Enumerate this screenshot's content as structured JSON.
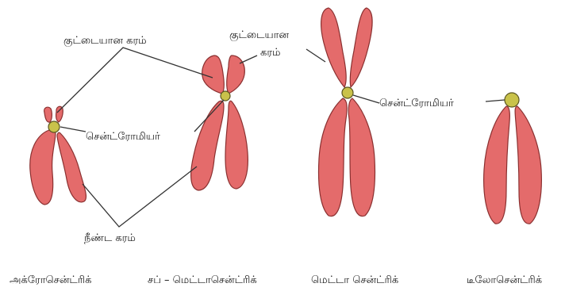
{
  "labels": {
    "short_arm_left": "குட்டையான கரம்",
    "short_arm_right_line1": "குட்டையான",
    "short_arm_right_line2": "கரம்",
    "centromere_left": "சென்ட்ரோமியர்",
    "centromere_right": "சென்ட்ரோமியர்",
    "long_arm": "நீண்ட கரம்"
  },
  "captions": {
    "acrocentric": "அக்ரோசென்ட்ரிக்",
    "submetacentric": "சப் – மெட்டாசென்ட்ரிக்",
    "metacentric": "மெட்டா சென்ட்ரிக்",
    "telocentric": "டீலோசென்ட்ரிக்"
  },
  "colors": {
    "chromatid": "#e46b6b",
    "outline": "#8a3030",
    "centromere": "#c9c24a",
    "text": "#1a1a1a"
  }
}
